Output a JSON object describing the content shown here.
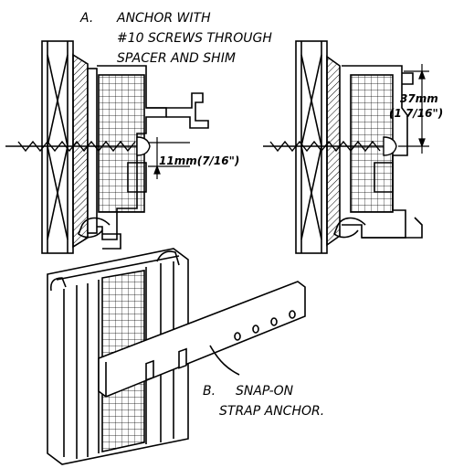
{
  "labels": {
    "a_letter": "A.",
    "a_line1": "ANCHOR WITH",
    "a_line2": "#10 SCREWS THROUGH",
    "a_line3": "SPACER AND SHIM",
    "dim_small": "11mm(7/16\")",
    "dim_large_1": "37mm",
    "dim_large_2": "(1 7/16\")",
    "b_letter": "B.",
    "b_line1": "SNAP-ON",
    "b_line2": "STRAP ANCHOR."
  }
}
